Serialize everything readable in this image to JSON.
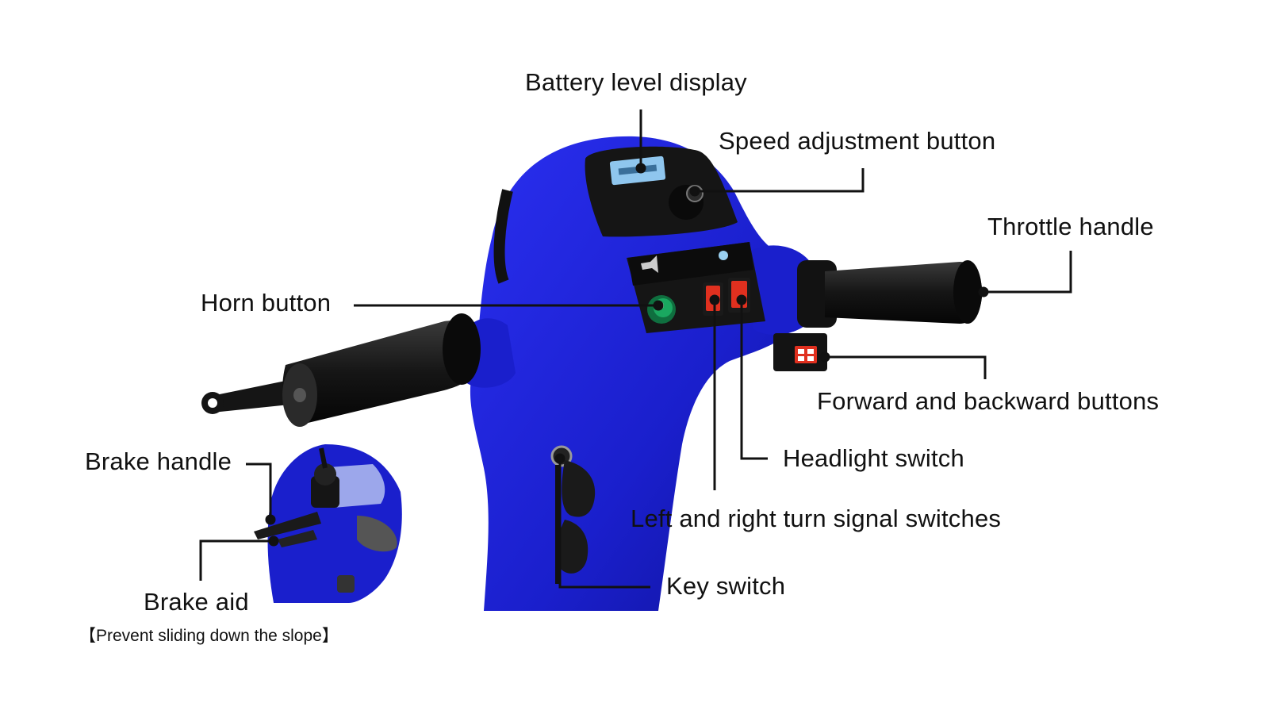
{
  "labels": {
    "battery": "Battery level display",
    "speed": "Speed adjustment button",
    "throttle": "Throttle handle",
    "horn": "Horn button",
    "forward_backward": "Forward and backward buttons",
    "headlight": "Headlight switch",
    "turn_signal": "Left and right turn signal switches",
    "key": "Key switch",
    "brake_handle": "Brake handle",
    "brake_aid": "Brake aid",
    "brake_aid_note": "【Prevent sliding down the slope】"
  },
  "colors": {
    "body_blue": "#1a1fcc",
    "body_blue_dark": "#0f128a",
    "grip_black": "#1b1b1b",
    "panel_black": "#151515",
    "horn_green": "#1aa860",
    "switch_red": "#e0301f",
    "leader_line": "#111111"
  },
  "icons": [
    "horn-icon",
    "key-icon"
  ]
}
